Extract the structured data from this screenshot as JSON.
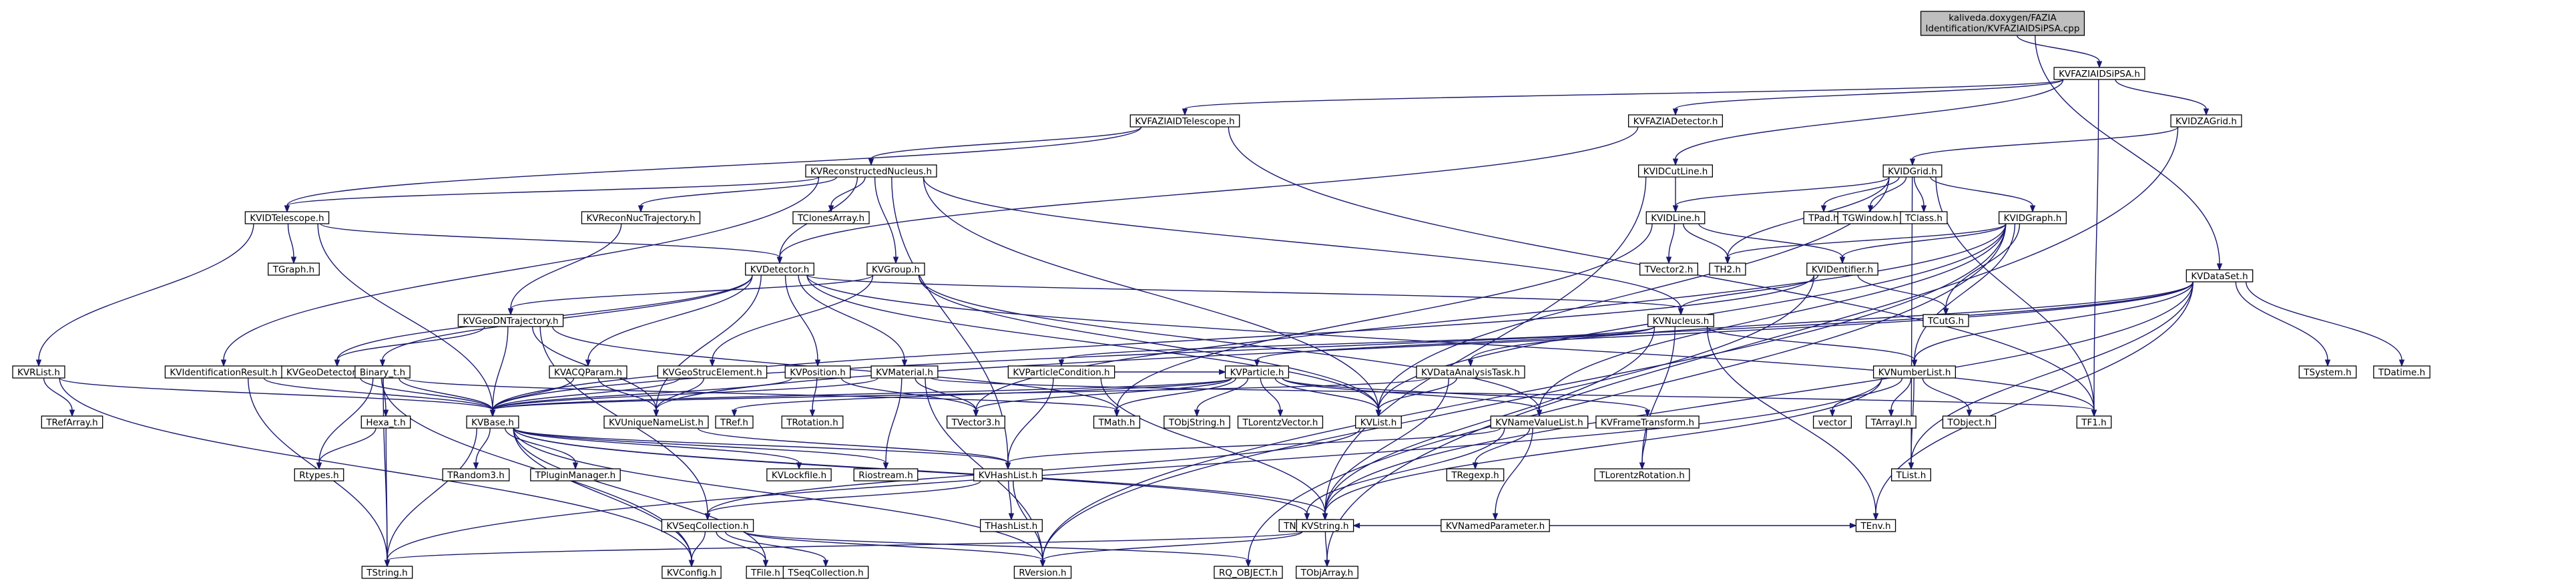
{
  "diagram": {
    "root": "KVFAZIAIDSiPSA.cpp",
    "root_lines": [
      "kaliveda.doxygen/FAZIA",
      "Identification/KVFAZIAIDSiPSA.cpp"
    ],
    "colors": {
      "edge": "#191970",
      "box_border": "#000000",
      "root_fill": "#bfbfbf",
      "box_fill": "#ffffff"
    },
    "nodes": [
      "KVFAZIAIDSiPSA.cpp",
      "KVFAZIAIDSiPSA.h",
      "KVFAZIAIDTelescope.h",
      "KVFAZIADetector.h",
      "KVIDZAGrid.h",
      "KVDataSet.h",
      "KVIDCutLine.h",
      "KVReconstructedNucleus.h",
      "KVIDGrid.h",
      "KVIDTelescope.h",
      "KVReconNucTrajectory.h",
      "TClonesArray.h",
      "KVIDLine.h",
      "TPad.h",
      "TGWindow.h",
      "TClass.h",
      "KVIDGraph.h",
      "TGraph.h",
      "KVDetector.h",
      "KVGroup.h",
      "TVector2.h",
      "TH2.h",
      "KVIDentifier.h",
      "TCutG.h",
      "KVRList.h",
      "KVIdentificationResult.h",
      "KVGeoDetectorNode.h",
      "KVGeoDNTrajectory.h",
      "Binary_t.h",
      "KVACQParam.h",
      "KVGeoStrucElement.h",
      "KVPosition.h",
      "KVMaterial.h",
      "KVParticleCondition.h",
      "KVParticle.h",
      "KVNucleus.h",
      "KVDataAnalysisTask.h",
      "KVNumberList.h",
      "TSystem.h",
      "TDatime.h",
      "TRefArray.h",
      "KVBase.h",
      "KVUniqueNameList.h",
      "TRef.h",
      "TRotation.h",
      "TVector3.h",
      "TMath.h",
      "TObjString.h",
      "TLorentzVector.h",
      "KVList.h",
      "KVNameValueList.h",
      "KVFrameTransform.h",
      "vector",
      "TArrayI.h",
      "TObject.h",
      "TF1.h",
      "Hexa_t.h",
      "Rtypes.h",
      "TRandom3.h",
      "TPluginManager.h",
      "KVLockfile.h",
      "Riostream.h",
      "KVHashList.h",
      "TRegexp.h",
      "TLorentzRotation.h",
      "TList.h",
      "THashList.h",
      "KVNamedParameter.h",
      "TNamed.h",
      "KVSeqCollection.h",
      "KVString.h",
      "TEnv.h",
      "TString.h",
      "KVConfig.h",
      "TFile.h",
      "TSeqCollection.h",
      "RVersion.h",
      "RQ_OBJECT.h",
      "TObjArray.h"
    ],
    "edges": [
      [
        "KVFAZIAIDSiPSA.cpp",
        "KVFAZIAIDSiPSA.h"
      ],
      [
        "KVFAZIAIDSiPSA.cpp",
        "KVDataSet.h"
      ],
      [
        "KVFAZIAIDSiPSA.h",
        "KVFAZIAIDTelescope.h"
      ],
      [
        "KVFAZIAIDSiPSA.h",
        "KVFAZIADetector.h"
      ],
      [
        "KVFAZIAIDSiPSA.h",
        "KVIDZAGrid.h"
      ],
      [
        "KVFAZIAIDSiPSA.h",
        "KVIDCutLine.h"
      ],
      [
        "KVFAZIAIDSiPSA.h",
        "TF1.h"
      ],
      [
        "KVFAZIAIDTelescope.h",
        "KVIDTelescope.h"
      ],
      [
        "KVFAZIAIDTelescope.h",
        "KVReconstructedNucleus.h"
      ],
      [
        "KVFAZIAIDTelescope.h",
        "TF1.h"
      ],
      [
        "KVFAZIADetector.h",
        "KVDetector.h"
      ],
      [
        "KVIDZAGrid.h",
        "KVIDGrid.h"
      ],
      [
        "KVIDZAGrid.h",
        "TObjArray.h"
      ],
      [
        "KVIDCutLine.h",
        "KVIDLine.h"
      ],
      [
        "KVIDCutLine.h",
        "KVString.h"
      ],
      [
        "KVReconstructedNucleus.h",
        "KVNucleus.h"
      ],
      [
        "KVReconstructedNucleus.h",
        "KVDetector.h"
      ],
      [
        "KVReconstructedNucleus.h",
        "KVGroup.h"
      ],
      [
        "KVReconstructedNucleus.h",
        "KVIDTelescope.h"
      ],
      [
        "KVReconstructedNucleus.h",
        "KVReconNucTrajectory.h"
      ],
      [
        "KVReconstructedNucleus.h",
        "TClonesArray.h"
      ],
      [
        "KVReconstructedNucleus.h",
        "KVIdentificationResult.h"
      ],
      [
        "KVReconstructedNucleus.h",
        "KVHashList.h"
      ],
      [
        "KVReconstructedNucleus.h",
        "KVList.h"
      ],
      [
        "KVIDTelescope.h",
        "KVDetector.h"
      ],
      [
        "KVIDTelescope.h",
        "KVRList.h"
      ],
      [
        "KVIDTelescope.h",
        "TGraph.h"
      ],
      [
        "KVIDTelescope.h",
        "KVBase.h"
      ],
      [
        "KVReconNucTrajectory.h",
        "KVGeoDNTrajectory.h"
      ],
      [
        "KVIDGrid.h",
        "KVIDLine.h"
      ],
      [
        "KVIDGrid.h",
        "TPad.h"
      ],
      [
        "KVIDGrid.h",
        "TGWindow.h"
      ],
      [
        "KVIDGrid.h",
        "TClass.h"
      ],
      [
        "KVIDGrid.h",
        "KVIDGraph.h"
      ],
      [
        "KVIDGrid.h",
        "TF1.h"
      ],
      [
        "KVIDGrid.h",
        "TList.h"
      ],
      [
        "KVIDGrid.h",
        "KVList.h"
      ],
      [
        "KVIDGrid.h",
        "TH2.h"
      ],
      [
        "KVIDLine.h",
        "TVector2.h"
      ],
      [
        "KVIDLine.h",
        "TH2.h"
      ],
      [
        "KVIDLine.h",
        "KVIDentifier.h"
      ],
      [
        "KVIDLine.h",
        "TMath.h"
      ],
      [
        "KVIDGraph.h",
        "KVIDentifier.h"
      ],
      [
        "KVIDGraph.h",
        "TCutG.h"
      ],
      [
        "KVIDGraph.h",
        "TH2.h"
      ],
      [
        "KVIDGraph.h",
        "KVNumberList.h"
      ],
      [
        "KVIDGraph.h",
        "KVList.h"
      ],
      [
        "KVIDGraph.h",
        "KVNameValueList.h"
      ],
      [
        "KVIDGraph.h",
        "RQ_OBJECT.h"
      ],
      [
        "KVIDGraph.h",
        "RVersion.h"
      ],
      [
        "KVIDGraph.h",
        "TVector3.h"
      ],
      [
        "KVIDentifier.h",
        "TCutG.h"
      ],
      [
        "KVIDentifier.h",
        "KVNucleus.h"
      ],
      [
        "KVIDentifier.h",
        "KVBase.h"
      ],
      [
        "KVIDentifier.h",
        "RVersion.h"
      ],
      [
        "KVDetector.h",
        "KVMaterial.h"
      ],
      [
        "KVDetector.h",
        "KVPosition.h"
      ],
      [
        "KVDetector.h",
        "KVACQParam.h"
      ],
      [
        "KVDetector.h",
        "Binary_t.h"
      ],
      [
        "KVDetector.h",
        "KVGeoDetectorNode.h"
      ],
      [
        "KVDetector.h",
        "KVUniqueNameList.h"
      ],
      [
        "KVDetector.h",
        "KVList.h"
      ],
      [
        "KVDetector.h",
        "KVNucleus.h"
      ],
      [
        "KVDetector.h",
        "TF1.h"
      ],
      [
        "KVGroup.h",
        "KVGeoStrucElement.h"
      ],
      [
        "KVGroup.h",
        "KVGeoDNTrajectory.h"
      ],
      [
        "KVGroup.h",
        "KVNameValueList.h"
      ],
      [
        "KVGroup.h",
        "KVList.h"
      ],
      [
        "KVGeoDetectorNode.h",
        "KVBase.h"
      ],
      [
        "KVGeoDetectorNode.h",
        "KVConfig.h"
      ],
      [
        "KVGeoDNTrajectory.h",
        "KVGeoDetectorNode.h"
      ],
      [
        "KVGeoDNTrajectory.h",
        "KVBase.h"
      ],
      [
        "KVGeoDNTrajectory.h",
        "KVUniqueNameList.h"
      ],
      [
        "KVGeoDNTrajectory.h",
        "KVSeqCollection.h"
      ],
      [
        "KVGeoDNTrajectory.h",
        "TMath.h"
      ],
      [
        "KVRList.h",
        "KVBase.h"
      ],
      [
        "KVRList.h",
        "TRefArray.h"
      ],
      [
        "KVRList.h",
        "KVConfig.h"
      ],
      [
        "KVIdentificationResult.h",
        "KVBase.h"
      ],
      [
        "KVIdentificationResult.h",
        "TString.h"
      ],
      [
        "Binary_t.h",
        "KVBase.h"
      ],
      [
        "Binary_t.h",
        "Hexa_t.h"
      ],
      [
        "Binary_t.h",
        "Rtypes.h"
      ],
      [
        "Binary_t.h",
        "TString.h"
      ],
      [
        "Binary_t.h",
        "TMath.h"
      ],
      [
        "KVACQParam.h",
        "KVBase.h"
      ],
      [
        "KVACQParam.h",
        "KVUniqueNameList.h"
      ],
      [
        "KVGeoStrucElement.h",
        "KVBase.h"
      ],
      [
        "KVGeoStrucElement.h",
        "KVUniqueNameList.h"
      ],
      [
        "KVPosition.h",
        "KVBase.h"
      ],
      [
        "KVPosition.h",
        "TRotation.h"
      ],
      [
        "KVPosition.h",
        "TVector3.h"
      ],
      [
        "KVMaterial.h",
        "KVBase.h"
      ],
      [
        "KVMaterial.h",
        "TVector3.h"
      ],
      [
        "KVMaterial.h",
        "Riostream.h"
      ],
      [
        "KVMaterial.h",
        "RVersion.h"
      ],
      [
        "KVMaterial.h",
        "TF1.h"
      ],
      [
        "KVParticleCondition.h",
        "KVParticle.h"
      ],
      [
        "KVParticleCondition.h",
        "KVHashList.h"
      ],
      [
        "KVParticleCondition.h",
        "KVString.h"
      ],
      [
        "KVParticle.h",
        "KVBase.h"
      ],
      [
        "KVParticle.h",
        "TVector3.h"
      ],
      [
        "KVParticle.h",
        "TMath.h"
      ],
      [
        "KVParticle.h",
        "TObjString.h"
      ],
      [
        "KVParticle.h",
        "TLorentzVector.h"
      ],
      [
        "KVParticle.h",
        "KVList.h"
      ],
      [
        "KVParticle.h",
        "KVNameValueList.h"
      ],
      [
        "KVParticle.h",
        "KVFrameTransform.h"
      ],
      [
        "KVParticle.h",
        "TRef.h"
      ],
      [
        "KVNucleus.h",
        "KVParticle.h"
      ],
      [
        "KVNucleus.h",
        "KVNumberList.h"
      ],
      [
        "KVNucleus.h",
        "TEnv.h"
      ],
      [
        "KVNucleus.h",
        "TLorentzRotation.h"
      ],
      [
        "KVNucleus.h",
        "KVString.h"
      ],
      [
        "KVNucleus.h",
        "KVParticleCondition.h"
      ],
      [
        "KVDataAnalysisTask.h",
        "KVBase.h"
      ],
      [
        "KVDataAnalysisTask.h",
        "KVList.h"
      ],
      [
        "KVDataAnalysisTask.h",
        "KVString.h"
      ],
      [
        "KVNumberList.h",
        "vector"
      ],
      [
        "KVNumberList.h",
        "TArrayI.h"
      ],
      [
        "KVNumberList.h",
        "TObject.h"
      ],
      [
        "KVNumberList.h",
        "TList.h"
      ],
      [
        "KVNumberList.h",
        "KVString.h"
      ],
      [
        "KVNumberList.h",
        "TString.h"
      ],
      [
        "KVDataSet.h",
        "KVBase.h"
      ],
      [
        "KVDataSet.h",
        "KVDataAnalysisTask.h"
      ],
      [
        "KVDataSet.h",
        "KVNumberList.h"
      ],
      [
        "KVDataSet.h",
        "TSystem.h"
      ],
      [
        "KVDataSet.h",
        "TDatime.h"
      ],
      [
        "KVDataSet.h",
        "KVString.h"
      ],
      [
        "KVDataSet.h",
        "TEnv.h"
      ],
      [
        "KVDataSet.h",
        "KVUniqueNameList.h"
      ],
      [
        "KVDataSet.h",
        "TList.h"
      ],
      [
        "KVBase.h",
        "TRandom3.h"
      ],
      [
        "KVBase.h",
        "TPluginManager.h"
      ],
      [
        "KVBase.h",
        "KVLockfile.h"
      ],
      [
        "KVBase.h",
        "Riostream.h"
      ],
      [
        "KVBase.h",
        "TNamed.h"
      ],
      [
        "KVBase.h",
        "KVString.h"
      ],
      [
        "KVBase.h",
        "TString.h"
      ],
      [
        "KVBase.h",
        "KVConfig.h"
      ],
      [
        "KVBase.h",
        "RVersion.h"
      ],
      [
        "KVBase.h",
        "TFile.h"
      ],
      [
        "KVBase.h",
        "KVHashList.h"
      ],
      [
        "KVUniqueNameList.h",
        "KVHashList.h"
      ],
      [
        "KVList.h",
        "KVSeqCollection.h"
      ],
      [
        "KVNameValueList.h",
        "KVNamedParameter.h"
      ],
      [
        "KVNameValueList.h",
        "TRegexp.h"
      ],
      [
        "KVNameValueList.h",
        "KVHashList.h"
      ],
      [
        "KVNameValueList.h",
        "TNamed.h"
      ],
      [
        "KVFrameTransform.h",
        "TLorentzRotation.h"
      ],
      [
        "Hexa_t.h",
        "Rtypes.h"
      ],
      [
        "Hexa_t.h",
        "TString.h"
      ],
      [
        "KVHashList.h",
        "KVSeqCollection.h"
      ],
      [
        "KVHashList.h",
        "THashList.h"
      ],
      [
        "KVHashList.h",
        "RVersion.h"
      ],
      [
        "KVNamedParameter.h",
        "KVString.h"
      ],
      [
        "KVNamedParameter.h",
        "TEnv.h"
      ],
      [
        "KVSeqCollection.h",
        "KVConfig.h"
      ],
      [
        "KVSeqCollection.h",
        "TFile.h"
      ],
      [
        "KVSeqCollection.h",
        "TSeqCollection.h"
      ],
      [
        "KVSeqCollection.h",
        "RVersion.h"
      ],
      [
        "KVSeqCollection.h",
        "RQ_OBJECT.h"
      ],
      [
        "KVString.h",
        "TString.h"
      ],
      [
        "KVString.h",
        "RVersion.h"
      ],
      [
        "KVString.h",
        "TObjArray.h"
      ]
    ]
  }
}
